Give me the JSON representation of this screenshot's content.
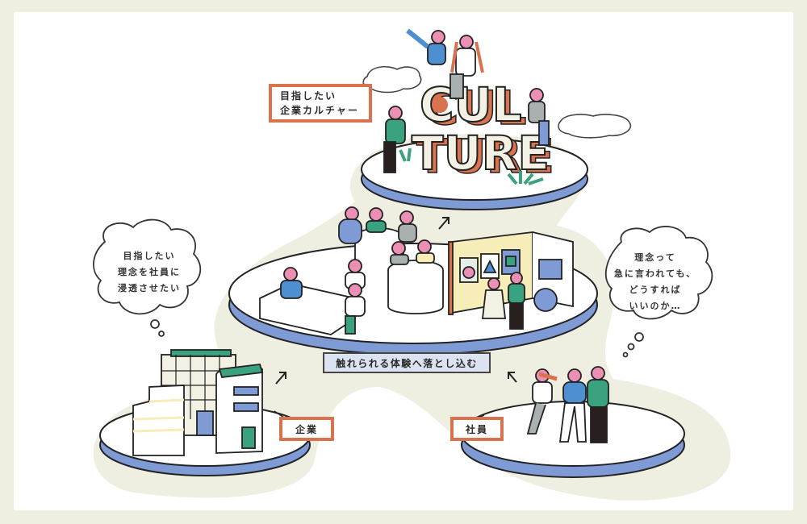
{
  "diagram": {
    "title_word": "CULTURE",
    "labels": {
      "culture_goal": {
        "line1": "目指したい",
        "line2": "企業カルチャー"
      },
      "company": "企業",
      "employee": "社員"
    },
    "banner": "触れられる体験へ落とし込む",
    "thoughts": {
      "company": {
        "lines": [
          "目指したい",
          "理念を社員に",
          "浸透させたい"
        ]
      },
      "employee": {
        "lines": [
          "理念って",
          "急に言われても、",
          "どうすれば",
          "いいのか…"
        ]
      }
    },
    "tiers": [
      {
        "id": "top",
        "content": "culture-letters-with-people"
      },
      {
        "id": "middle",
        "content": "workshop-experience"
      },
      {
        "id": "bottom-left",
        "content": "company-buildings"
      },
      {
        "id": "bottom-right",
        "content": "employees-group"
      }
    ],
    "arrows": [
      "company-to-middle",
      "employee-to-middle",
      "middle-to-top"
    ],
    "colors": {
      "frame": "#EEEEE1",
      "backdrop": "#EEEEE1",
      "platform_top": "#FFFFFF",
      "platform_edge": "#7E9BD6",
      "label_border": "#D9734F",
      "letter_side": "#D9734F",
      "letter_face": "#F3F1E4",
      "banner_fill": "#DCE3F0",
      "green": "#3BA27F",
      "skin": "#EB8FB5",
      "outline": "#222222"
    }
  }
}
